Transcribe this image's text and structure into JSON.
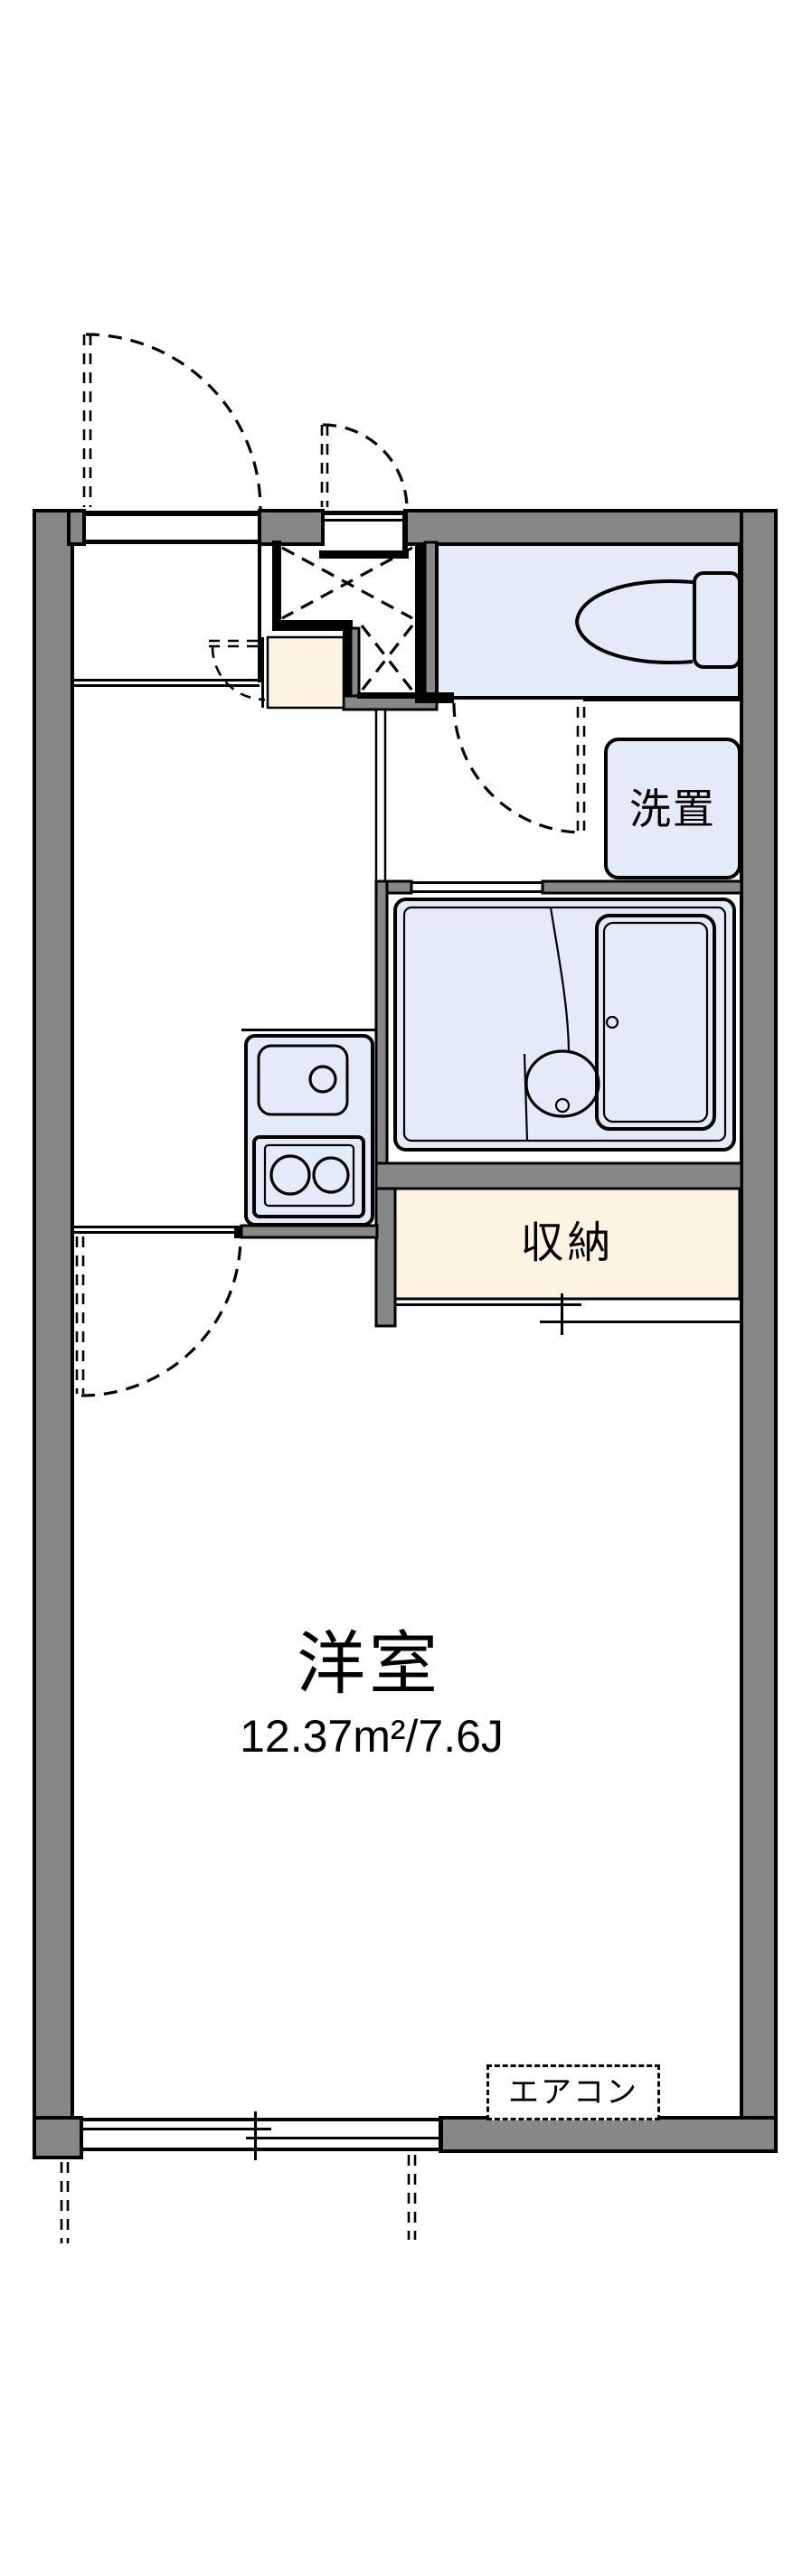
{
  "floorplan": {
    "labels": {
      "washer": "洗置",
      "storage": "収納",
      "room_name": "洋室",
      "room_area": "12.37m²/7.6J",
      "aircon": "エアコン"
    },
    "colors": {
      "wall": "#878787",
      "room_blue": "#e4ebf8",
      "accent_beige": "#fdf3e2",
      "line": "#000000",
      "bg": "#ffffff"
    }
  }
}
